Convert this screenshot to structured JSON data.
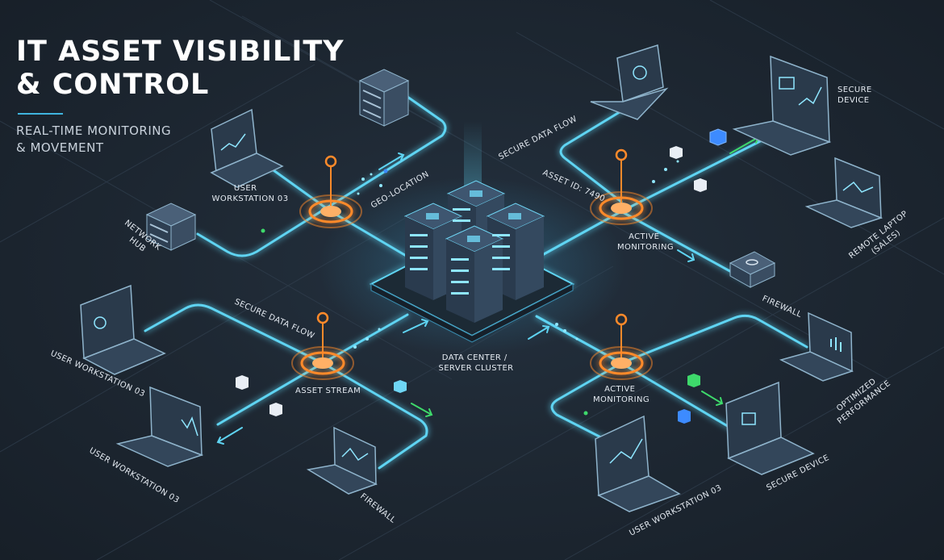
{
  "title": {
    "line1": "IT ASSET VISIBILITY",
    "line2": "& CONTROL"
  },
  "subtitle": {
    "line1": "REAL-TIME MONITORING",
    "line2": "& MOVEMENT"
  },
  "colors": {
    "background": "#1c2530",
    "flow_line": "#5fd4f2",
    "node_orange": "#ff8a2a",
    "accent_green": "#3ed96b",
    "accent_blue": "#3d8bff"
  },
  "labels": {
    "user_workstation_03_top": "USER WORKSTATION 03",
    "network_hub": "NETWORK HUB",
    "geo_location": "GEO-LOCATION",
    "secure_data_flow_top": "SECURE DATA FLOW",
    "asset_id": "ASSET ID: 7490",
    "active_monitoring_top": "ACTIVE MONITORING",
    "secure_device_top": "SECURE DEVICE",
    "remote_laptop": "REMOTE LAPTOP (SALES)",
    "firewall_right": "FIREWALL",
    "secure_data_flow_left": "SECURE DATA FLOW",
    "user_workstation_03_left": "USER WORKSTATION 03",
    "asset_stream": "ASSET STREAM",
    "data_center": "DATA CENTER / SERVER CLUSTER",
    "active_monitoring_bottom": "ACTIVE MONITORING",
    "optimized_performance": "OPTIMIZED PERFORMANCE",
    "user_workstation_03_bottom_left": "USER WORKSTATION 03",
    "firewall_bottom": "FIREWALL",
    "user_workstation_03_bottom": "USER WORKSTATION 03",
    "secure_device_bottom": "SECURE DEVICE"
  }
}
